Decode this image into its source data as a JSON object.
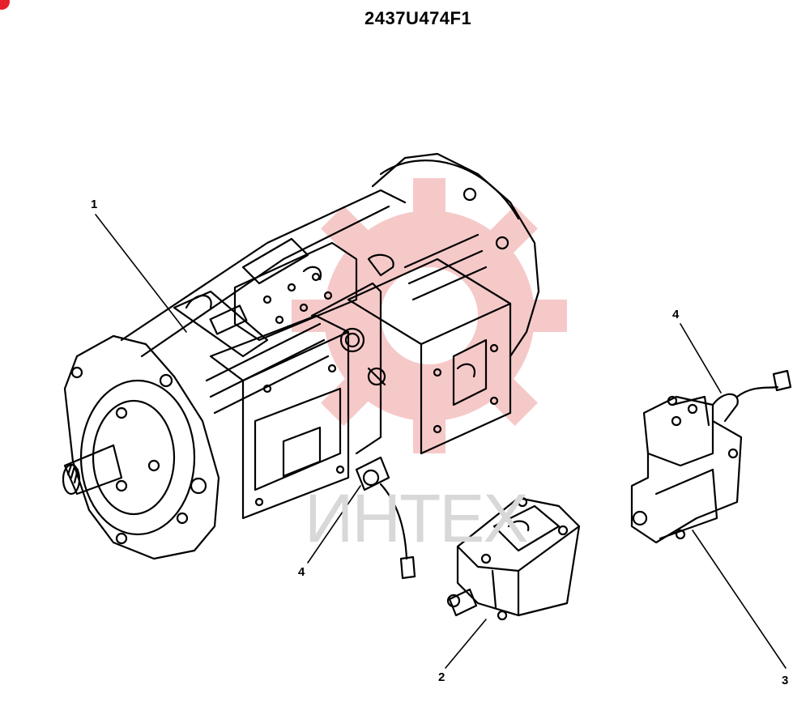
{
  "diagram": {
    "part_number": "2437U474F1",
    "watermark_text": "ИНТЕХ",
    "callouts": {
      "c1": "1",
      "c2": "2",
      "c3": "3",
      "c4a": "4",
      "c4b": "4"
    }
  },
  "colors": {
    "line": "#000000",
    "watermark": "#f3b7b7",
    "watermark_text": "#d8d8d8",
    "corner_mark": "#e8202a"
  }
}
